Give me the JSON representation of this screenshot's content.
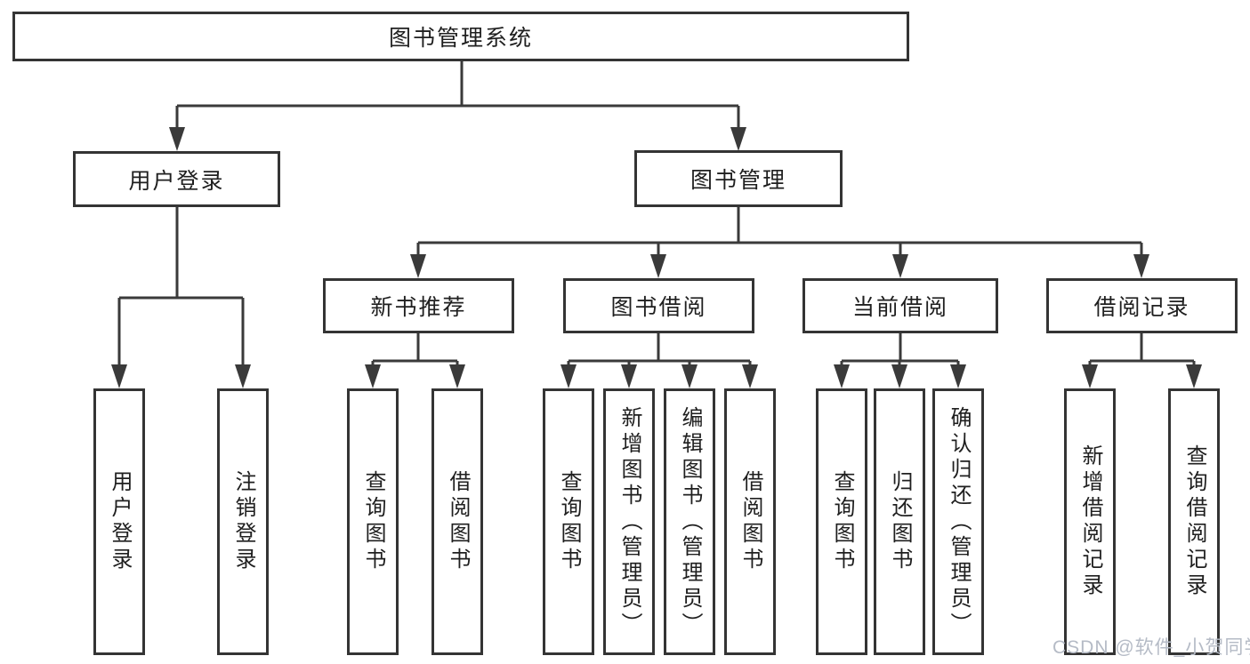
{
  "title": {
    "label": "图书管理系统"
  },
  "level2": [
    {
      "label": "用户登录"
    },
    {
      "label": "图书管理"
    }
  ],
  "level3": [
    {
      "label": "新书推荐",
      "parent": "图书管理"
    },
    {
      "label": "图书借阅",
      "parent": "图书管理"
    },
    {
      "label": "当前借阅",
      "parent": "图书管理"
    },
    {
      "label": "借阅记录",
      "parent": "图书管理"
    }
  ],
  "leaves": [
    {
      "label": "用户登录",
      "parent": "用户登录"
    },
    {
      "label": "注销登录",
      "parent": "用户登录"
    },
    {
      "label": "查询图书",
      "parent": "新书推荐"
    },
    {
      "label": "借阅图书",
      "parent": "新书推荐"
    },
    {
      "label": "查询图书",
      "parent": "图书借阅"
    },
    {
      "label": "新增图书（管理员）",
      "parent": "图书借阅"
    },
    {
      "label": "编辑图书（管理员）",
      "parent": "图书借阅"
    },
    {
      "label": "借阅图书",
      "parent": "图书借阅"
    },
    {
      "label": "查询图书",
      "parent": "当前借阅"
    },
    {
      "label": "归还图书",
      "parent": "当前借阅"
    },
    {
      "label": "确认归还（管理员）",
      "parent": "当前借阅"
    },
    {
      "label": "新增借阅记录",
      "parent": "借阅记录"
    },
    {
      "label": "查询借阅记录",
      "parent": "借阅记录"
    }
  ],
  "watermark": {
    "text": "CSDN @软件_小贺同学"
  },
  "colors": {
    "line": "#3a3a3a",
    "box_border": "#343434",
    "text": "#1f1f1f",
    "background": "#ffffff",
    "watermark": "#b5bbc6"
  }
}
